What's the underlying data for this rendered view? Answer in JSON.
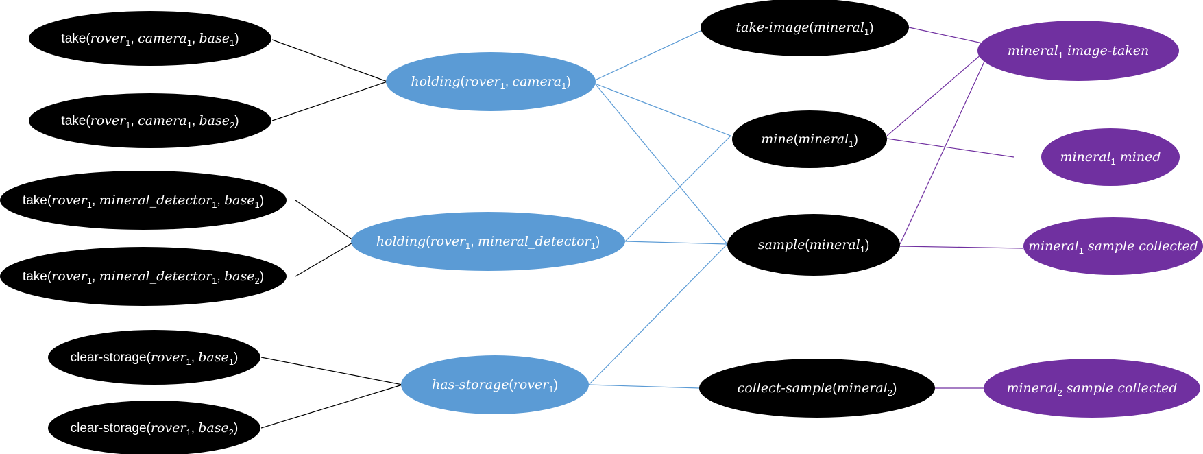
{
  "colors": {
    "action": "#000000",
    "predicate": "#5b9bd5",
    "effect": "#7030a0",
    "edge_black": "#000000",
    "edge_blue": "#5b9bd5",
    "edge_purple": "#7030a0",
    "text": "#ffffff"
  },
  "nodes": [
    {
      "id": "take_cam_b1",
      "kind": "action",
      "label": [
        [
          "up",
          "take("
        ],
        [
          "it",
          "rover"
        ],
        [
          "sub",
          "1"
        ],
        [
          "up",
          ", "
        ],
        [
          "it",
          "camera"
        ],
        [
          "sub",
          "1"
        ],
        [
          "up",
          ", "
        ],
        [
          "it",
          "base"
        ],
        [
          "sub",
          "1"
        ],
        [
          "up",
          ")"
        ]
      ]
    },
    {
      "id": "take_cam_b2",
      "kind": "action",
      "label": [
        [
          "up",
          "take("
        ],
        [
          "it",
          "rover"
        ],
        [
          "sub",
          "1"
        ],
        [
          "up",
          ", "
        ],
        [
          "it",
          "camera"
        ],
        [
          "sub",
          "1"
        ],
        [
          "up",
          ", "
        ],
        [
          "it",
          "base"
        ],
        [
          "sub",
          "2"
        ],
        [
          "up",
          ")"
        ]
      ]
    },
    {
      "id": "take_md_b1",
      "kind": "action",
      "label": [
        [
          "up",
          "take("
        ],
        [
          "it",
          "rover"
        ],
        [
          "sub",
          "1"
        ],
        [
          "up",
          ", "
        ],
        [
          "it",
          "mineral_detector"
        ],
        [
          "sub",
          "1"
        ],
        [
          "up",
          ", "
        ],
        [
          "it",
          "base"
        ],
        [
          "sub",
          "1"
        ],
        [
          "up",
          ")"
        ]
      ]
    },
    {
      "id": "take_md_b2",
      "kind": "action",
      "label": [
        [
          "up",
          "take("
        ],
        [
          "it",
          "rover"
        ],
        [
          "sub",
          "1"
        ],
        [
          "up",
          ", "
        ],
        [
          "it",
          "mineral_detector"
        ],
        [
          "sub",
          "1"
        ],
        [
          "up",
          ", "
        ],
        [
          "it",
          "base"
        ],
        [
          "sub",
          "2"
        ],
        [
          "up",
          ")"
        ]
      ]
    },
    {
      "id": "clear_b1",
      "kind": "action",
      "label": [
        [
          "up",
          "clear-storage("
        ],
        [
          "it",
          "rover"
        ],
        [
          "sub",
          "1"
        ],
        [
          "up",
          ", "
        ],
        [
          "it",
          "base"
        ],
        [
          "sub",
          "1"
        ],
        [
          "up",
          ")"
        ]
      ]
    },
    {
      "id": "clear_b2",
      "kind": "action",
      "label": [
        [
          "up",
          "clear-storage("
        ],
        [
          "it",
          "rover"
        ],
        [
          "sub",
          "1"
        ],
        [
          "up",
          ", "
        ],
        [
          "it",
          "base"
        ],
        [
          "sub",
          "2"
        ],
        [
          "up",
          ")"
        ]
      ]
    },
    {
      "id": "holding_cam",
      "kind": "predicate",
      "label": [
        [
          "it",
          "holding"
        ],
        [
          "up",
          "("
        ],
        [
          "it",
          "rover"
        ],
        [
          "sub",
          "1"
        ],
        [
          "up",
          ", "
        ],
        [
          "it",
          "camera"
        ],
        [
          "sub",
          "1"
        ],
        [
          "up",
          ")"
        ]
      ]
    },
    {
      "id": "holding_md",
      "kind": "predicate",
      "label": [
        [
          "it",
          "holding"
        ],
        [
          "up",
          "("
        ],
        [
          "it",
          "rover"
        ],
        [
          "sub",
          "1"
        ],
        [
          "up",
          ", "
        ],
        [
          "it",
          "mineral_detector"
        ],
        [
          "sub",
          "1"
        ],
        [
          "up",
          ")"
        ]
      ]
    },
    {
      "id": "has_storage",
      "kind": "predicate",
      "label": [
        [
          "it",
          "has-storage"
        ],
        [
          "up",
          "("
        ],
        [
          "it",
          "rover"
        ],
        [
          "sub",
          "1"
        ],
        [
          "up",
          ")"
        ]
      ]
    },
    {
      "id": "take_image",
      "kind": "action",
      "label": [
        [
          "it",
          "take-image"
        ],
        [
          "up",
          "("
        ],
        [
          "it",
          "mineral"
        ],
        [
          "sub",
          "1"
        ],
        [
          "up",
          ")"
        ]
      ]
    },
    {
      "id": "mine",
      "kind": "action",
      "label": [
        [
          "it",
          "mine"
        ],
        [
          "up",
          "("
        ],
        [
          "it",
          "mineral"
        ],
        [
          "sub",
          "1"
        ],
        [
          "up",
          ")"
        ]
      ]
    },
    {
      "id": "sample",
      "kind": "action",
      "label": [
        [
          "it",
          "sample"
        ],
        [
          "up",
          "("
        ],
        [
          "it",
          "mineral"
        ],
        [
          "sub",
          "1"
        ],
        [
          "up",
          ")"
        ]
      ]
    },
    {
      "id": "collect_sample",
      "kind": "action",
      "label": [
        [
          "it",
          "collect-sample"
        ],
        [
          "up",
          "("
        ],
        [
          "it",
          "mineral"
        ],
        [
          "sub",
          "2"
        ],
        [
          "up",
          ")"
        ]
      ]
    },
    {
      "id": "eff_image",
      "kind": "effect",
      "label": [
        [
          "it",
          "mineral"
        ],
        [
          "sub",
          "1"
        ],
        [
          "it",
          " image-taken"
        ]
      ]
    },
    {
      "id": "eff_mined",
      "kind": "effect",
      "label": [
        [
          "it",
          "mineral"
        ],
        [
          "sub",
          "1"
        ],
        [
          "it",
          " mined"
        ]
      ]
    },
    {
      "id": "eff_sample",
      "kind": "effect",
      "label": [
        [
          "it",
          "mineral"
        ],
        [
          "sub",
          "1"
        ],
        [
          "it",
          " sample collected"
        ]
      ]
    },
    {
      "id": "eff_collect",
      "kind": "effect",
      "label": [
        [
          "it",
          "mineral"
        ],
        [
          "sub",
          "2"
        ],
        [
          "it",
          " sample collected"
        ]
      ]
    }
  ],
  "edges": [
    {
      "from": "take_cam_b1",
      "to": "holding_cam",
      "color": "edge_black"
    },
    {
      "from": "take_cam_b2",
      "to": "holding_cam",
      "color": "edge_black"
    },
    {
      "from": "take_md_b1",
      "to": "holding_md",
      "color": "edge_black"
    },
    {
      "from": "take_md_b2",
      "to": "holding_md",
      "color": "edge_black"
    },
    {
      "from": "clear_b1",
      "to": "has_storage",
      "color": "edge_black"
    },
    {
      "from": "clear_b2",
      "to": "has_storage",
      "color": "edge_black"
    },
    {
      "from": "holding_cam",
      "to": "take_image",
      "color": "edge_blue"
    },
    {
      "from": "holding_cam",
      "to": "mine",
      "color": "edge_blue"
    },
    {
      "from": "holding_cam",
      "to": "sample",
      "color": "edge_blue"
    },
    {
      "from": "holding_md",
      "to": "mine",
      "color": "edge_blue"
    },
    {
      "from": "holding_md",
      "to": "sample",
      "color": "edge_blue"
    },
    {
      "from": "has_storage",
      "to": "sample",
      "color": "edge_blue"
    },
    {
      "from": "has_storage",
      "to": "collect_sample",
      "color": "edge_blue"
    },
    {
      "from": "take_image",
      "to": "eff_image",
      "color": "edge_purple"
    },
    {
      "from": "mine",
      "to": "eff_image",
      "color": "edge_purple"
    },
    {
      "from": "mine",
      "to": "eff_mined",
      "color": "edge_purple"
    },
    {
      "from": "sample",
      "to": "eff_image",
      "color": "edge_purple"
    },
    {
      "from": "sample",
      "to": "eff_sample",
      "color": "edge_purple"
    },
    {
      "from": "collect_sample",
      "to": "eff_collect",
      "color": "edge_purple"
    }
  ]
}
